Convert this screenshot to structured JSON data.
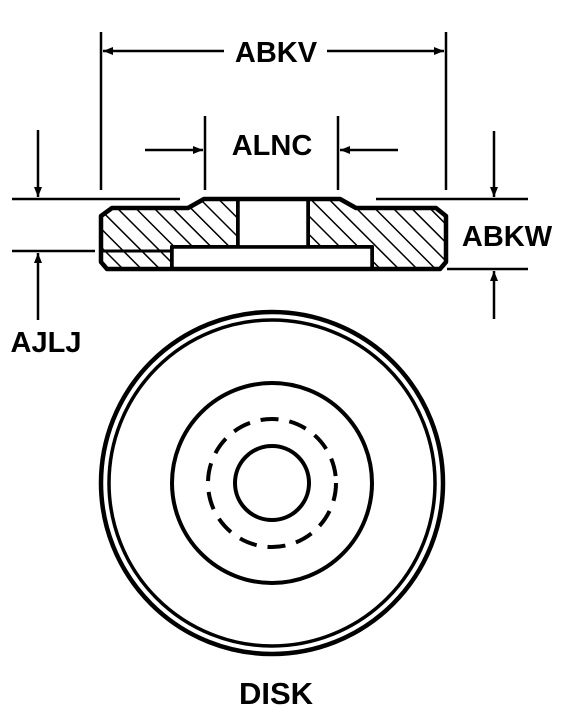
{
  "dimensions": {
    "overall_diameter": "ABKV",
    "bore_diameter": "ALNC",
    "thickness": "ABKW",
    "recess_depth": "AJLJ"
  },
  "part_name": "DISK",
  "colors": {
    "line": "#000000",
    "background": "#ffffff"
  }
}
